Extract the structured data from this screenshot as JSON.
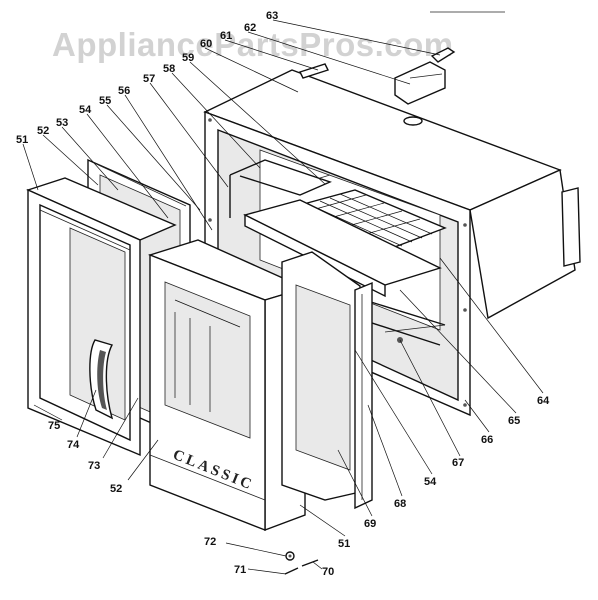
{
  "watermark": "AppliancePartsPros.com",
  "brand_text": "CLASSIC",
  "labels": {
    "p51a": "51",
    "p52a": "52",
    "p53": "53",
    "p54a": "54",
    "p55": "55",
    "p56": "56",
    "p57": "57",
    "p58": "58",
    "p59": "59",
    "p60": "60",
    "p61": "61",
    "p62": "62",
    "p63": "63",
    "p64": "64",
    "p65": "65",
    "p66": "66",
    "p67": "67",
    "p54b": "54",
    "p68": "68",
    "p69": "69",
    "p51b": "51",
    "p52b": "52",
    "p73": "73",
    "p74": "74",
    "p75": "75",
    "p72": "72",
    "p71": "71",
    "p70": "70"
  }
}
